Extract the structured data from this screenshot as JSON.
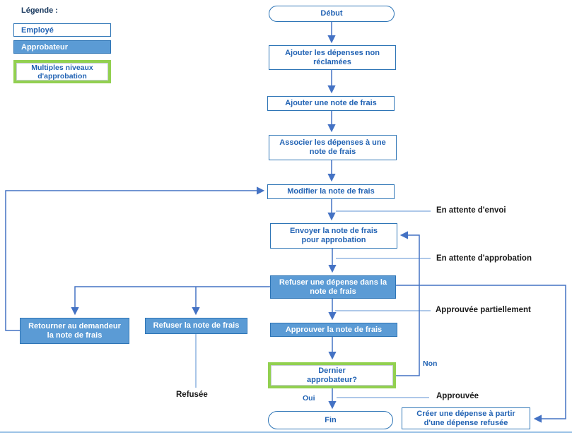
{
  "legend": {
    "title": "Légende :",
    "items": [
      {
        "label": "Employé"
      },
      {
        "label": "Approbateur"
      },
      {
        "label": "Multiples niveaux d'approbation"
      }
    ]
  },
  "nodes": {
    "debut": "Début",
    "ajouter_depenses": "Ajouter les dépenses non réclamées",
    "ajouter_note": "Ajouter une note de frais",
    "associer_depenses": "Associer les dépenses à une note de frais",
    "modifier_note": "Modifier la note de frais",
    "envoyer_note": "Envoyer la note de frais pour approbation",
    "refuser_depense": "Refuser une dépense dans la note de frais",
    "approuver_note": "Approuver la note de frais",
    "dernier_approbateur": "Dernier approbateur?",
    "fin": "Fin",
    "retourner_demandeur": "Retourner au demandeur la note de frais",
    "refuser_note": "Refuser la note de frais",
    "creer_depense": "Créer une dépense à partir d'une dépense refusée"
  },
  "status_labels": {
    "en_attente_envoi": "En attente d'envoi",
    "en_attente_approbation": "En attente d'approbation",
    "approuvee_partiellement": "Approuvée partiellement",
    "approuvee": "Approuvée",
    "refusee": "Refusée"
  },
  "branch_labels": {
    "oui": "Oui",
    "non": "Non"
  },
  "colors": {
    "box_border_blue": "#2e75b6",
    "box_fill_blue": "#5b9bd5",
    "text_blue": "#2263b4",
    "legend_title_navy": "#17375d",
    "green_border": "#92d050",
    "arrow_blue": "#4472c4",
    "light_connector_blue": "#7da7dc",
    "bottom_rule_blue": "#9dc3e6",
    "status_text_black": "#1a1a1a"
  }
}
